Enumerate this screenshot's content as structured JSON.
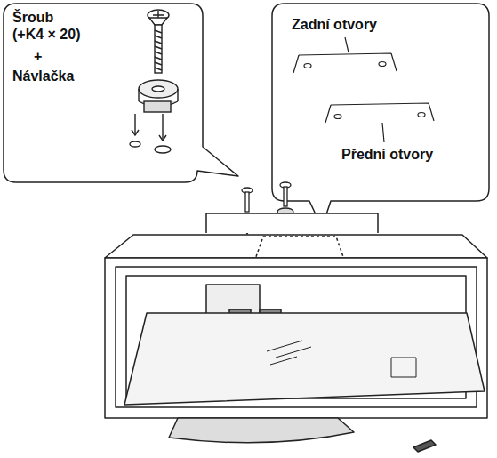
{
  "diagram": {
    "nodes": [
      {
        "text": [
          "Šroub (+K4 × 20)",
          "+",
          "Návlačka"
        ]
      },
      {
        "text": [
          "Zadní otvory",
          "Přední otvory"
        ]
      }
    ]
  }
}
